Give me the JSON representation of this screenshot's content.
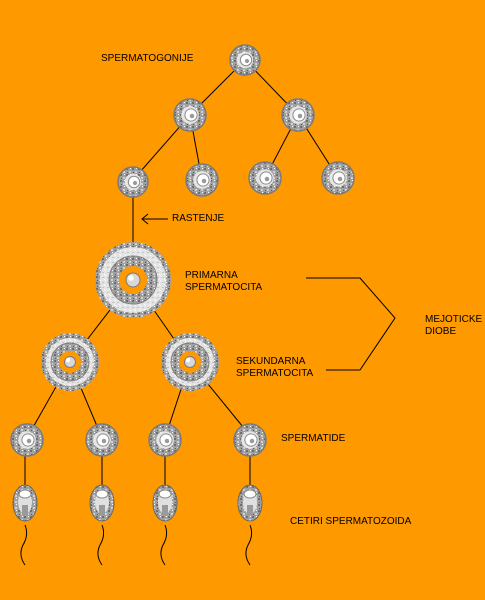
{
  "labels": {
    "spermatogonije": "SPERMATOGONIJE",
    "rastenje": "RASTENJE",
    "primarna_line1": "PRIMARNA",
    "primarna_line2": "SPERMATOCITA",
    "sekundarna_line1": "SEKUNDARNA",
    "sekundarna_line2": "SPERMATOCITA",
    "mejoticke_line1": "MEJOTICKE",
    "mejoticke_line2": "DIOBE",
    "spermatide": "SPERMATIDE",
    "spermatozoida": "CETIRI SPERMATOZOIDA"
  },
  "colors": {
    "background": "#ff9900",
    "cell_ring": "#9a9a9a",
    "cell_halo": "#e8e8e8",
    "nucleus": "#ffffff",
    "line": "#000000"
  }
}
